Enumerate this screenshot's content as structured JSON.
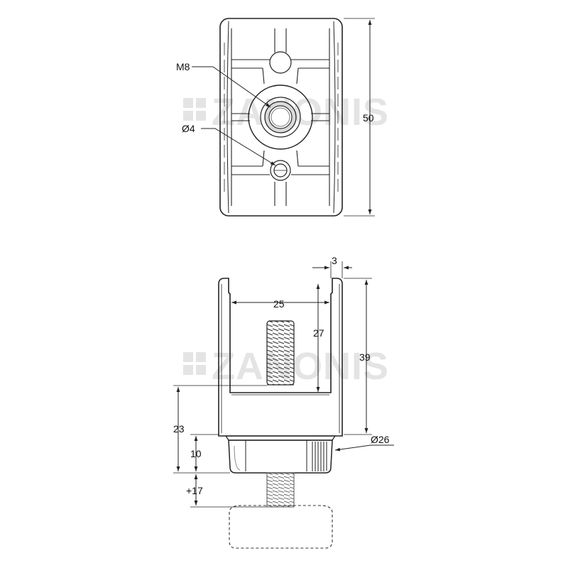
{
  "watermark": {
    "text": "ZANONIS",
    "icon": "brand-logo-icon"
  },
  "top_view": {
    "thread_label": "M8",
    "hole_label": "Ø4",
    "height_dim": "50"
  },
  "side_view": {
    "wall_dim": "3",
    "inner_width_dim": "25",
    "thread_length_dim": "27",
    "height_dim": "39",
    "foot_diameter_dim": "Ø26",
    "total_dim": "23",
    "foot_height_dim": "10",
    "adjust_dim": "+17"
  },
  "colors": {
    "line": "#222222",
    "watermark": "#e4e4e4",
    "background": "#ffffff"
  }
}
